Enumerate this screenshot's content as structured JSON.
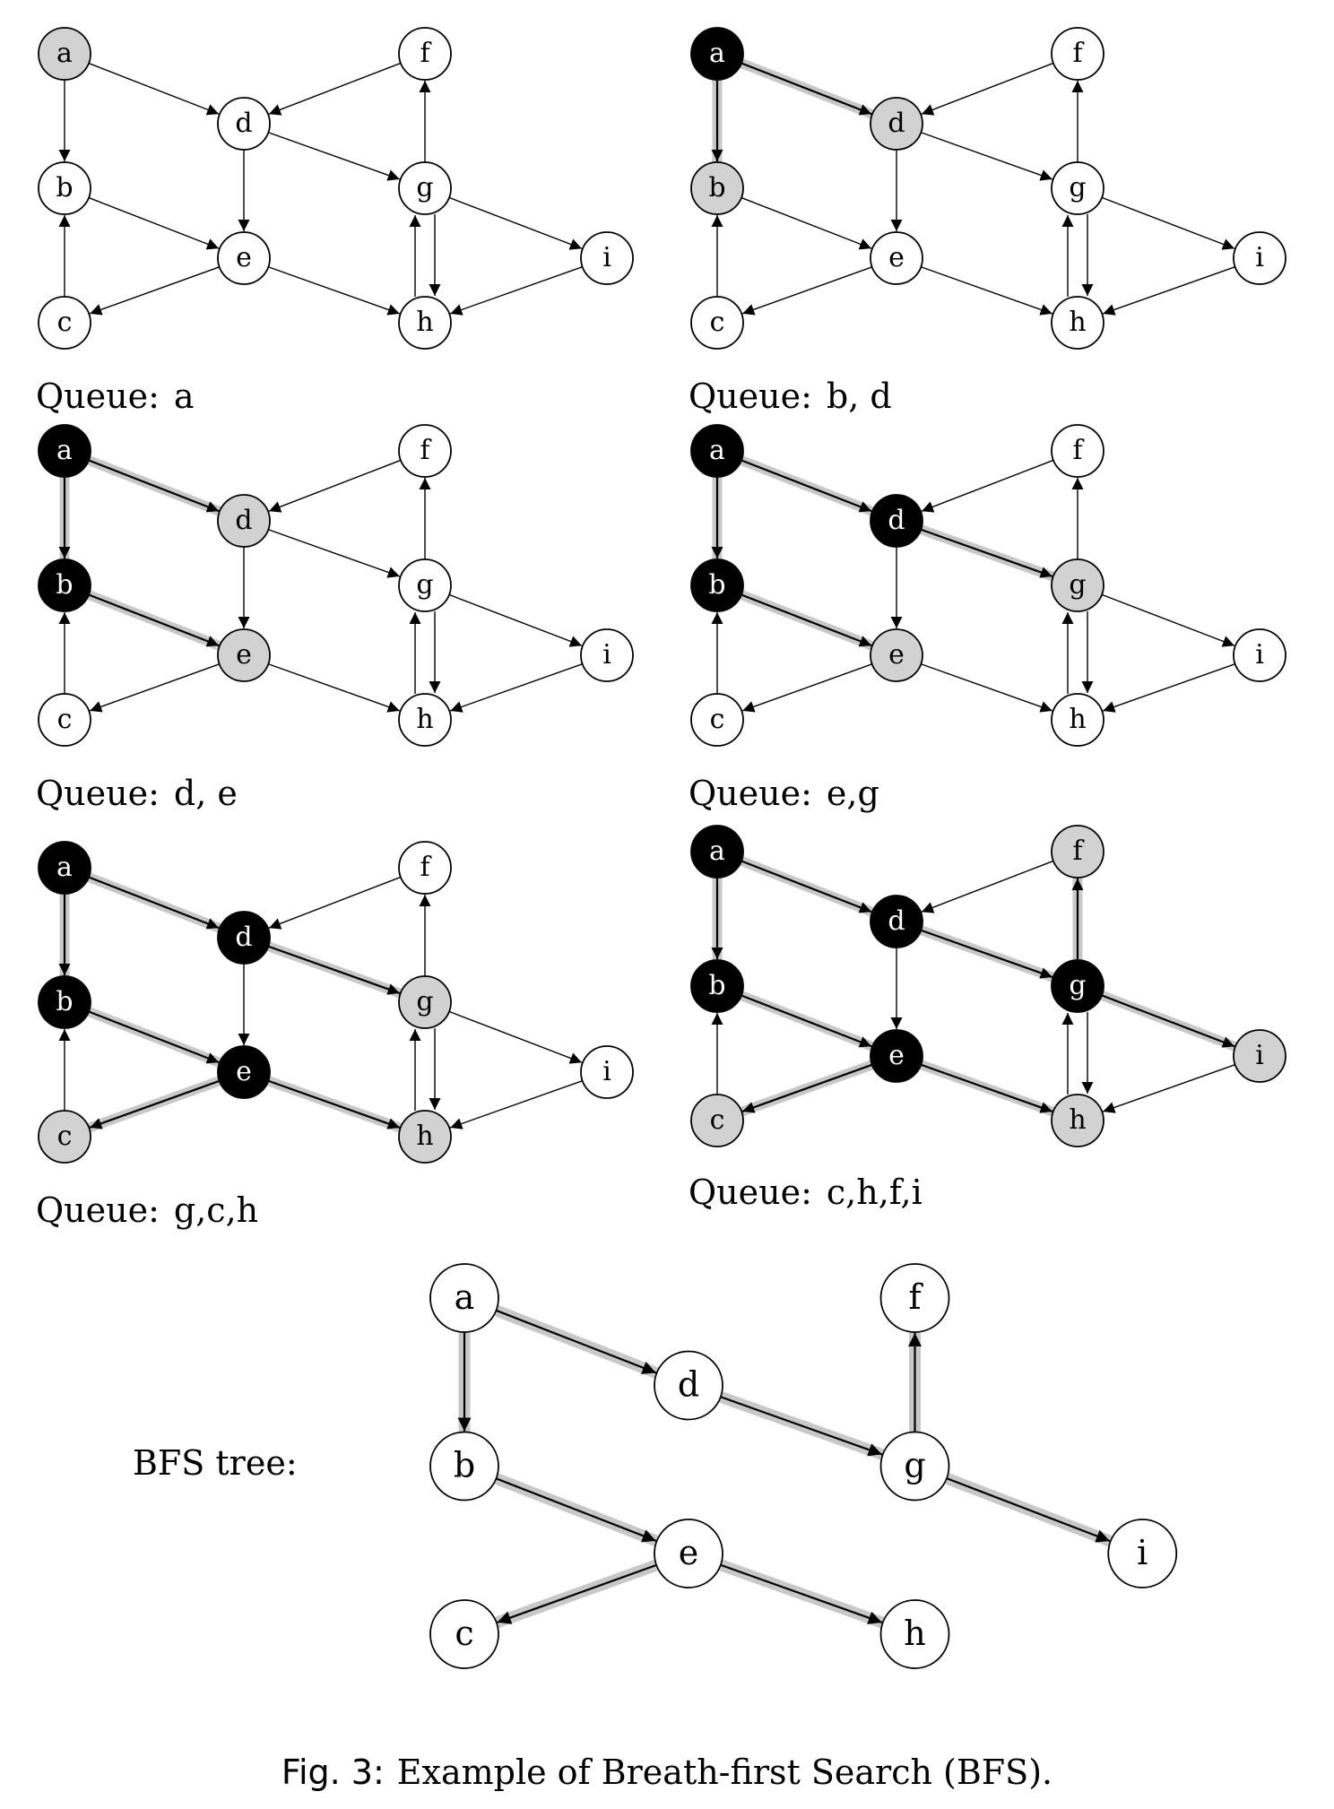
{
  "colors": {
    "white": "#ffffff",
    "gray": "#d2d2d2",
    "black": "#000000",
    "highlight": "#c8c8c8"
  },
  "figure": {
    "panels": [
      {
        "queue_label": "Queue:",
        "queue_value": "a",
        "states": {
          "a": "gray",
          "b": "white",
          "c": "white",
          "d": "white",
          "e": "white",
          "f": "white",
          "g": "white",
          "h": "white",
          "i": "white"
        },
        "tree_edges": []
      },
      {
        "queue_label": "Queue:",
        "queue_value": "b, d",
        "states": {
          "a": "black",
          "b": "gray",
          "c": "white",
          "d": "gray",
          "e": "white",
          "f": "white",
          "g": "white",
          "h": "white",
          "i": "white"
        },
        "tree_edges": [
          "a-b",
          "a-d"
        ]
      },
      {
        "queue_label": "Queue:",
        "queue_value": "d, e",
        "states": {
          "a": "black",
          "b": "black",
          "c": "white",
          "d": "gray",
          "e": "gray",
          "f": "white",
          "g": "white",
          "h": "white",
          "i": "white"
        },
        "tree_edges": [
          "a-b",
          "a-d",
          "b-e"
        ]
      },
      {
        "queue_label": "Queue:",
        "queue_value": "e,g",
        "states": {
          "a": "black",
          "b": "black",
          "c": "white",
          "d": "black",
          "e": "gray",
          "f": "white",
          "g": "gray",
          "h": "white",
          "i": "white"
        },
        "tree_edges": [
          "a-b",
          "a-d",
          "b-e",
          "d-g"
        ]
      },
      {
        "queue_label": "Queue:",
        "queue_value": "g,c,h",
        "states": {
          "a": "black",
          "b": "black",
          "c": "gray",
          "d": "black",
          "e": "black",
          "f": "white",
          "g": "gray",
          "h": "gray",
          "i": "white"
        },
        "tree_edges": [
          "a-b",
          "a-d",
          "b-e",
          "d-g",
          "e-c",
          "e-h"
        ]
      },
      {
        "queue_label": "Queue:",
        "queue_value": "c,h,f,i",
        "states": {
          "a": "black",
          "b": "black",
          "c": "gray",
          "d": "black",
          "e": "black",
          "f": "gray",
          "g": "black",
          "h": "gray",
          "i": "gray"
        },
        "tree_edges": [
          "a-b",
          "a-d",
          "b-e",
          "d-g",
          "e-c",
          "e-h",
          "g-f",
          "g-i"
        ]
      }
    ],
    "nodes": [
      "a",
      "b",
      "c",
      "d",
      "e",
      "f",
      "g",
      "h",
      "i"
    ],
    "edges": [
      "a-b",
      "a-d",
      "c-b",
      "b-e",
      "e-c",
      "d-e",
      "d-g",
      "e-h",
      "f-d",
      "g-f",
      "g-h",
      "h-g",
      "g-i",
      "i-h"
    ],
    "bfs_tree": {
      "label": "BFS tree:",
      "edges": [
        "a-b",
        "a-d",
        "b-e",
        "d-g",
        "e-c",
        "e-h",
        "g-f",
        "g-i"
      ]
    }
  },
  "caption": {
    "prefix": "Fig. 3:",
    "text": "Example of Breath-first Search (BFS)."
  }
}
